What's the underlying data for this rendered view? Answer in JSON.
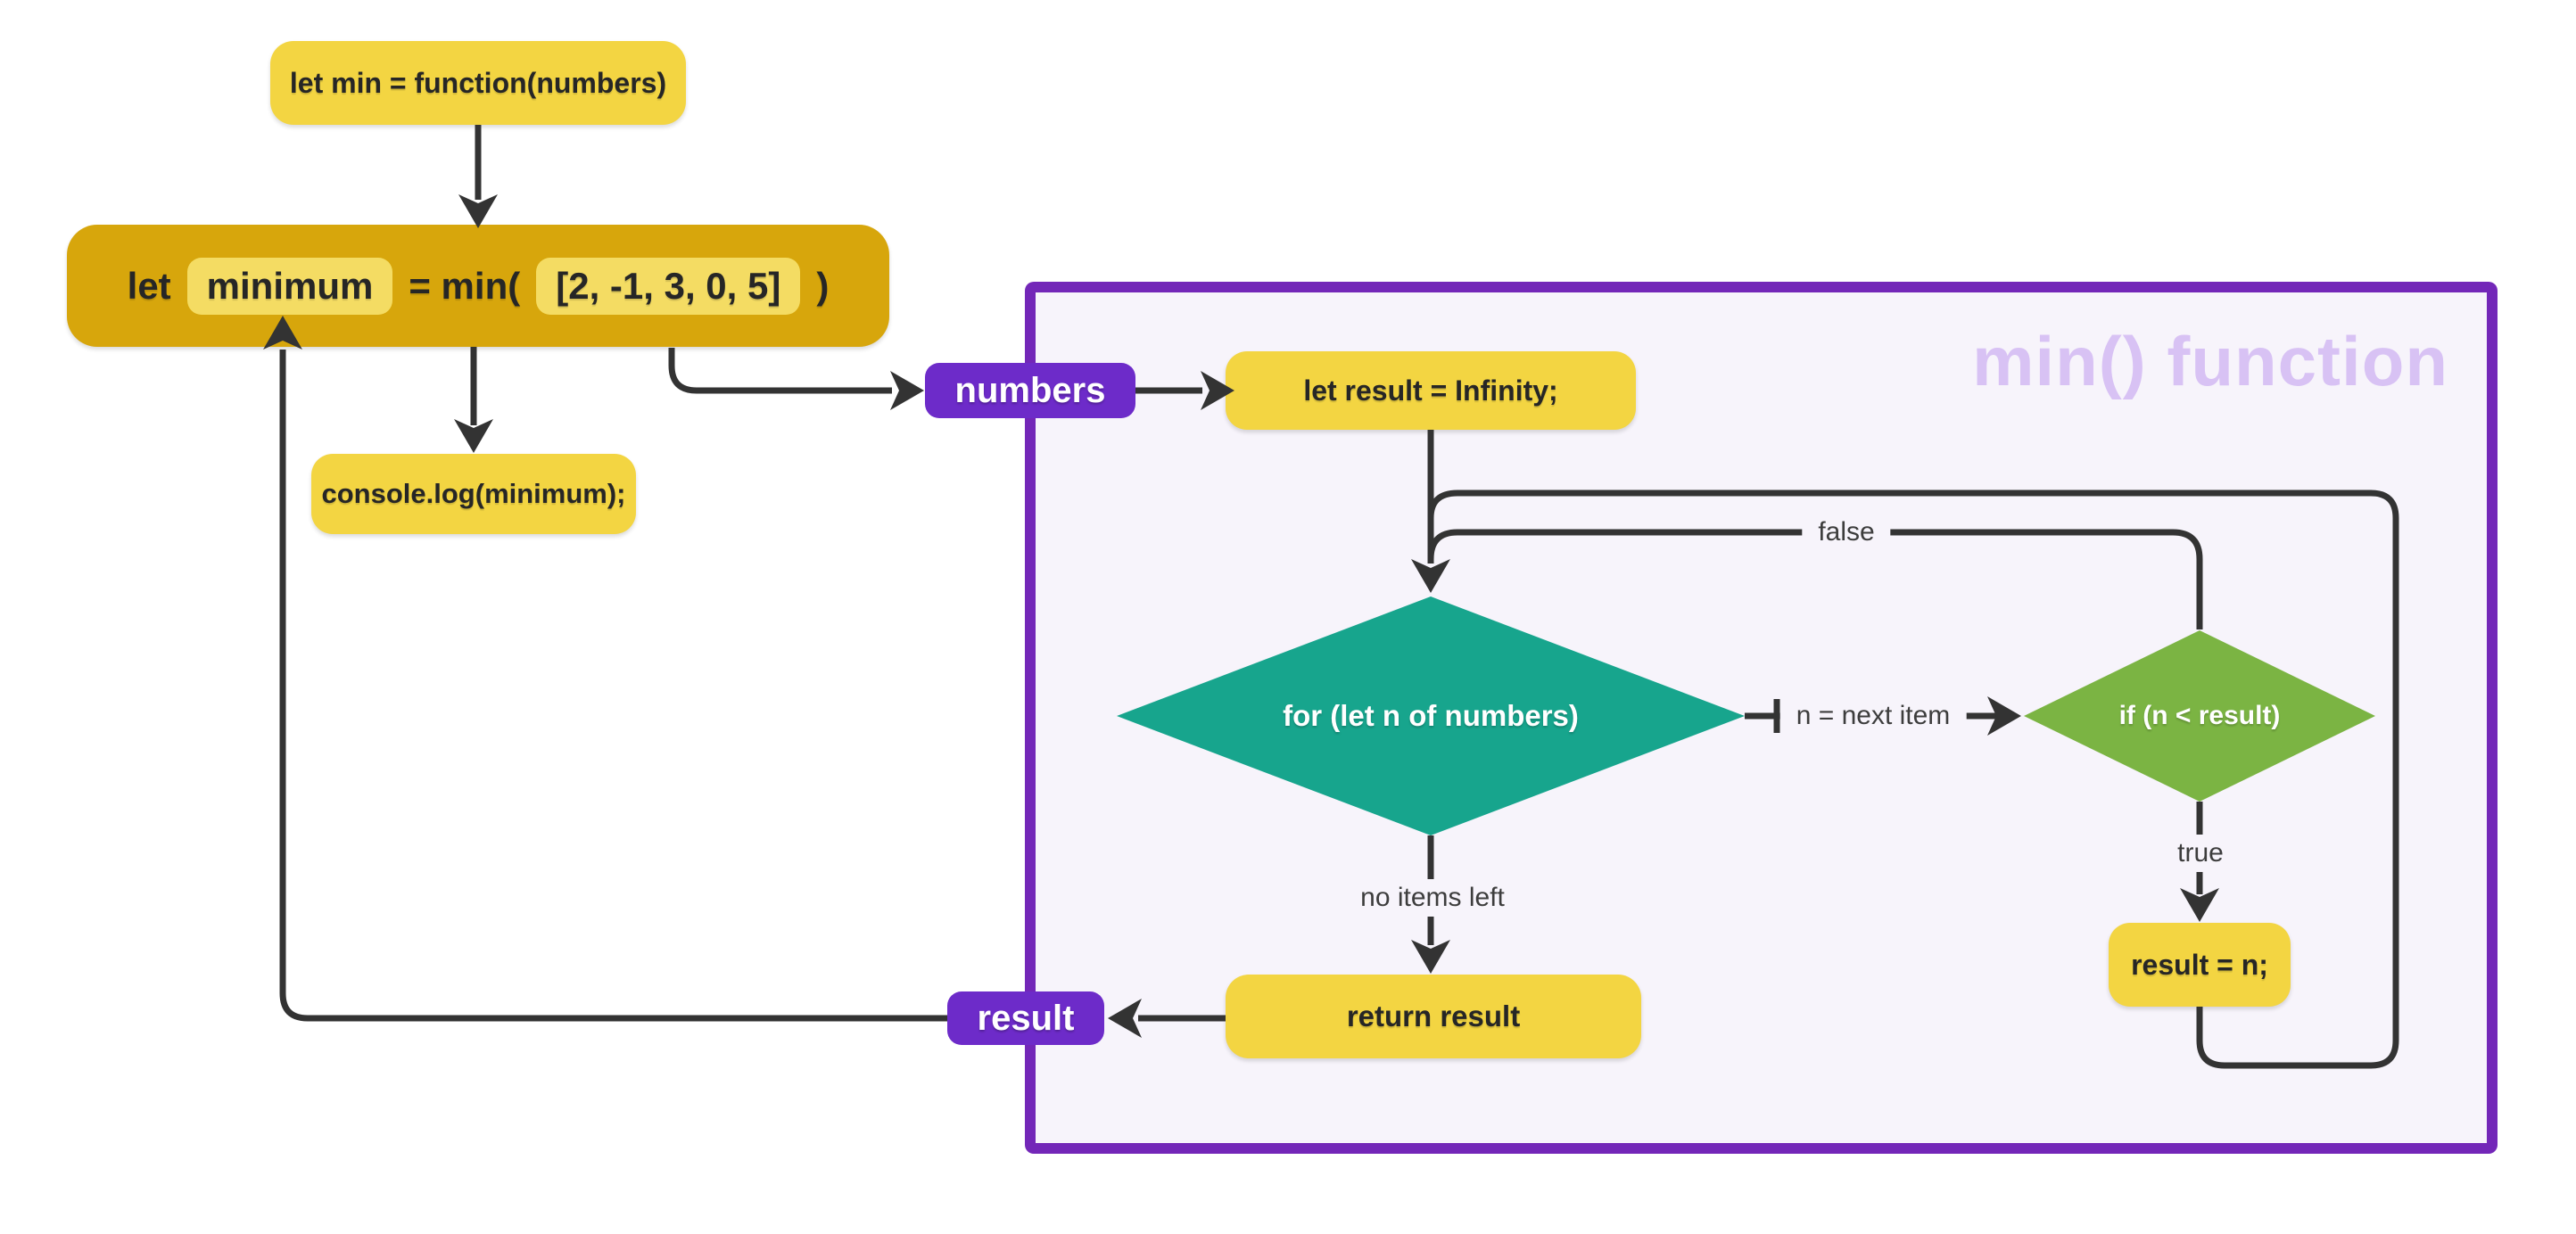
{
  "function_panel": {
    "title": "min() function",
    "init": "let result = Infinity;",
    "loop_condition": "for (let n of numbers)",
    "if_condition": "if (n < result)",
    "assign": "result = n;",
    "return": "return result"
  },
  "caller": {
    "declaration": "let min = function(numbers)",
    "call": {
      "prefix": "let",
      "variable": "minimum",
      "middle": "= min(",
      "argument": "[2, -1, 3, 0, 5]",
      "suffix": ")"
    },
    "log": "console.log(minimum);"
  },
  "badges": {
    "input": "numbers",
    "output": "result"
  },
  "edge_labels": {
    "false_branch": "false",
    "true_branch": "true",
    "next_item": "n = next item",
    "no_items": "no items left"
  },
  "colors": {
    "yellow": "#F3D542",
    "gold": "#D7A60C",
    "pill": "#F4DC63",
    "badge": "#6D2BC9",
    "border": "#7327B8",
    "panel": "#F7F4FB",
    "title": "#D8C2F4",
    "teal": "#17A58D",
    "green": "#7BB443",
    "line": "#333333"
  }
}
